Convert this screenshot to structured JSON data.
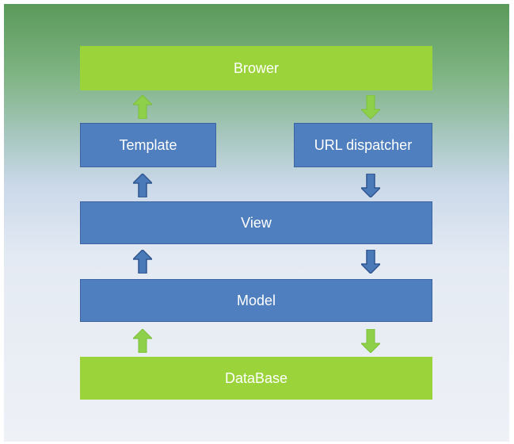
{
  "diagram": {
    "browser_label": "Brower",
    "template_label": "Template",
    "url_dispatcher_label": "URL dispatcher",
    "view_label": "View",
    "model_label": "Model",
    "database_label": "DataBase"
  },
  "colors": {
    "green": "#9bd43a",
    "blue": "#4f7fbf",
    "blue_arrow": "#4a7ab8",
    "green_arrow": "#8fd04a"
  },
  "icons": {
    "up": "arrow-up-icon",
    "down": "arrow-down-icon"
  }
}
